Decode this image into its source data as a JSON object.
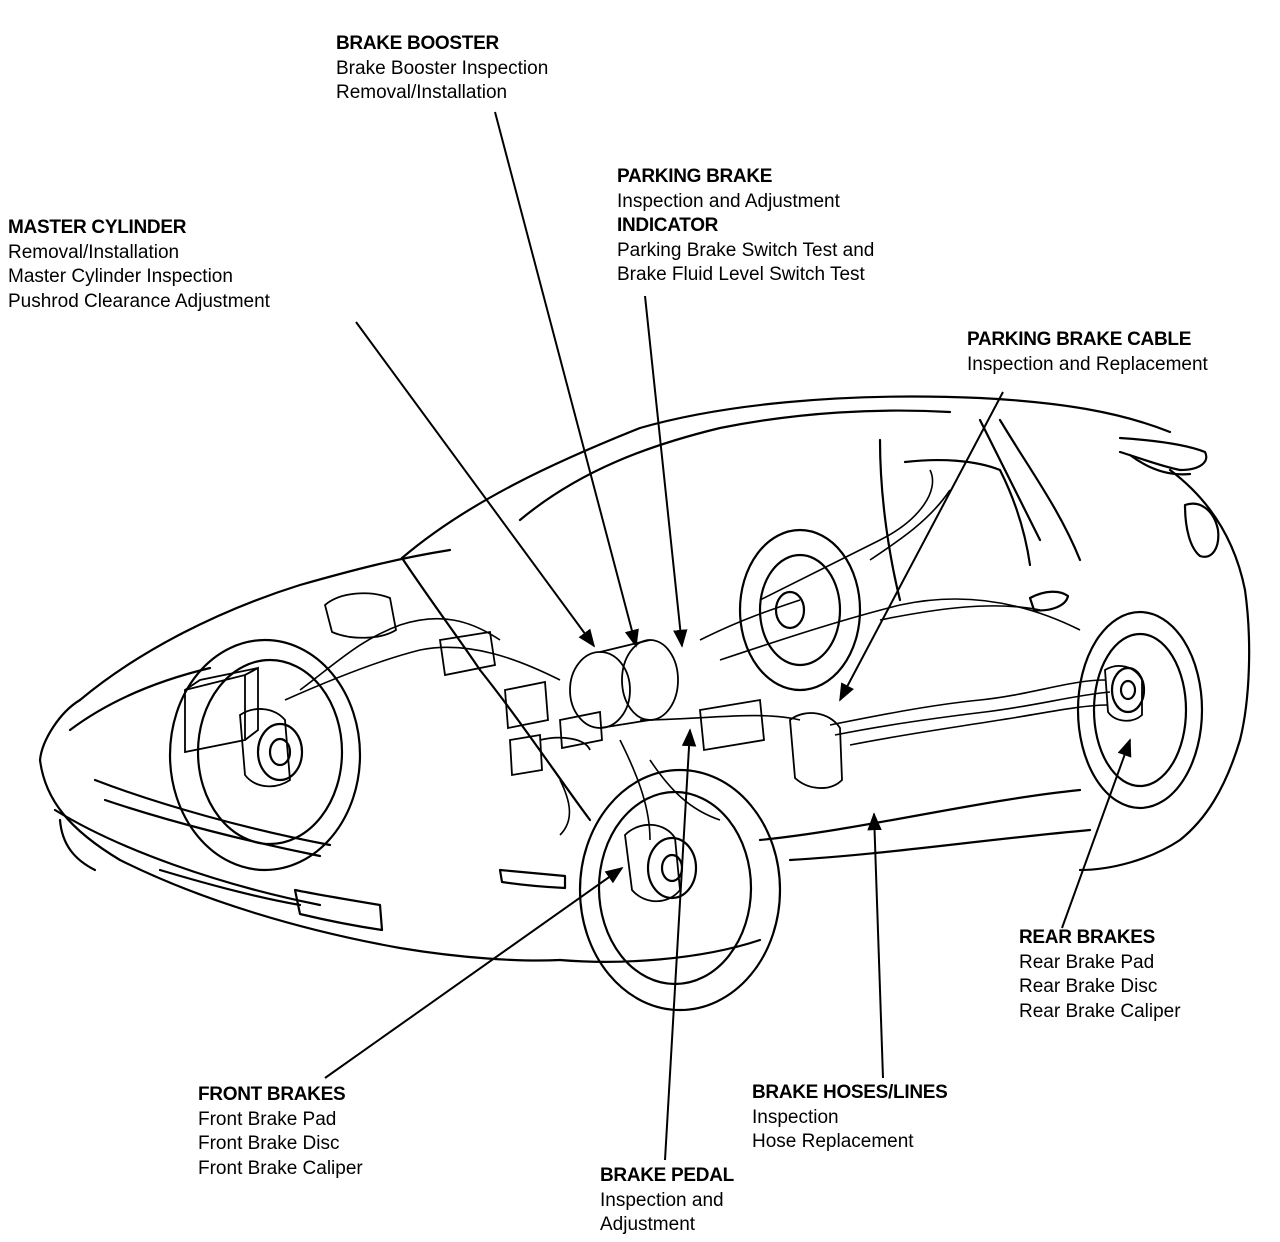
{
  "callouts": {
    "brake_booster": {
      "title": "BRAKE BOOSTER",
      "lines": [
        "Brake Booster Inspection",
        "Removal/Installation"
      ]
    },
    "parking_brake": {
      "title": "PARKING BRAKE",
      "lines": [
        "Inspection and Adjustment"
      ],
      "subtitle": "INDICATOR",
      "sublines": [
        "Parking Brake Switch Test and",
        "Brake Fluid Level Switch Test"
      ]
    },
    "master_cylinder": {
      "title": "MASTER CYLINDER",
      "lines": [
        "Removal/Installation",
        "Master Cylinder Inspection",
        "Pushrod Clearance Adjustment"
      ]
    },
    "parking_brake_cable": {
      "title": "PARKING BRAKE CABLE",
      "lines": [
        "Inspection and Replacement"
      ]
    },
    "rear_brakes": {
      "title": "REAR BRAKES",
      "lines": [
        "Rear Brake Pad",
        "Rear Brake Disc",
        "Rear Brake Caliper"
      ]
    },
    "front_brakes": {
      "title": "FRONT BRAKES",
      "lines": [
        "Front Brake Pad",
        "Front Brake Disc",
        "Front Brake Caliper"
      ]
    },
    "brake_hoses_lines": {
      "title": "BRAKE HOSES/LINES",
      "lines": [
        "Inspection",
        "Hose Replacement"
      ]
    },
    "brake_pedal": {
      "title": "BRAKE PEDAL",
      "lines": [
        "Inspection and",
        "Adjustment"
      ]
    }
  },
  "colors": {
    "ink": "#000000",
    "paper": "#ffffff"
  }
}
